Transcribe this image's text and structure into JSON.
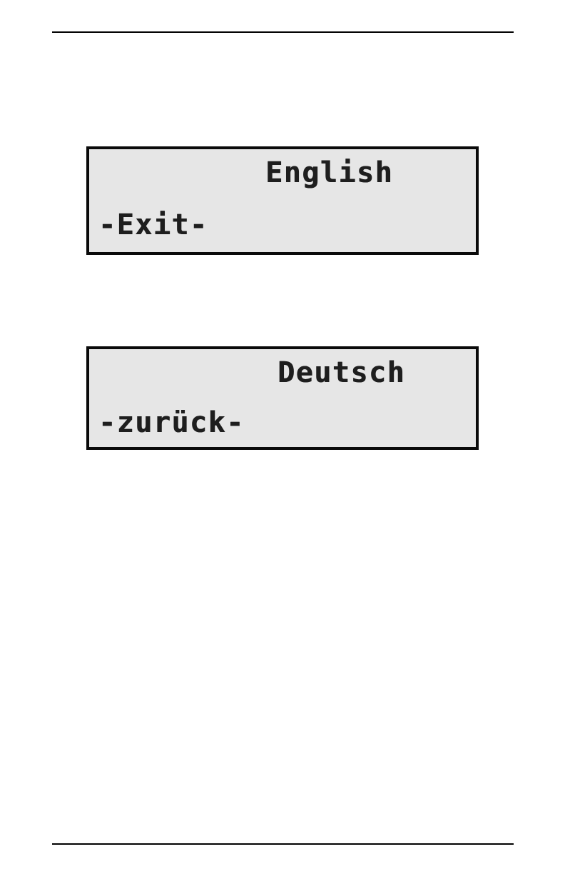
{
  "lcd_screens": [
    {
      "name": "language-english",
      "line1": "English",
      "line2": "-Exit-"
    },
    {
      "name": "language-german",
      "line1": "Deutsch",
      "line2": "-zurück-"
    }
  ],
  "colors": {
    "page_background": "#ffffff",
    "rule_color": "#000000",
    "lcd_background": "#e6e6e6",
    "lcd_border": "#0a0a0a",
    "lcd_text": "#1e1e1e"
  }
}
